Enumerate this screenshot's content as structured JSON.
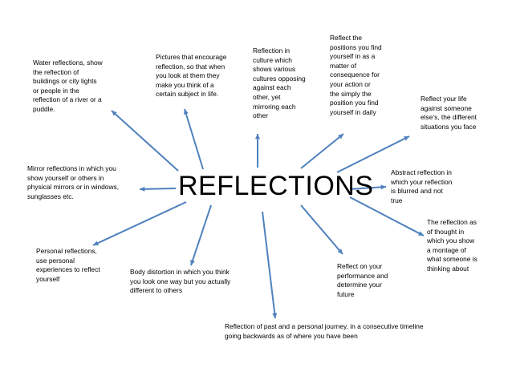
{
  "title": "REFLECTIONS",
  "arrow_color": "#4F81BD",
  "notes": {
    "water": "Water reflections, show\nthe reflection of\nbuildings or city lights\nor people in the\nreflection of a river or a\npuddle.",
    "pictures": "Pictures that encourage\nreflection, so that when\nyou look at them they\nmake you think of a\ncertain subject in life.",
    "culture": "Reflection in\nculture which\nshows various\ncultures opposing\nagainst each\nother, yet\nmirroring each\nother",
    "positions": "Reflect the\npositions you find\nyourself in as a\nmatter of\nconsequence for\nyour action or\nthe simply the\nposition you find\nyourself in daily",
    "life": "Reflect your life\nagainst someone\nelse’s, the different\nsituations you face",
    "mirror": "Mirror reflections in which you\nshow yourself or others in\nphysical mirrors or in windows,\nsunglasses etc.",
    "abstract": "Abstract reflection in\nwhich your reflection\nis blurred and not\ntrue",
    "thought": "The reflection as\nof thought  in\nwhich you show\na montage of\nwhat someone is\nthinking about",
    "personal": "Personal reflections,\nuse personal\nexperiences to reflect\nyourself",
    "body": "Body distortion in which you think\nyou look one way but you actually\ndifferent to others",
    "performance": "Reflect on your\nperformance and\ndetermine your\nfuture",
    "past": "Reflection of past and a personal journey, in a consecutive timeline\ngoing backwards as of where you have been"
  }
}
